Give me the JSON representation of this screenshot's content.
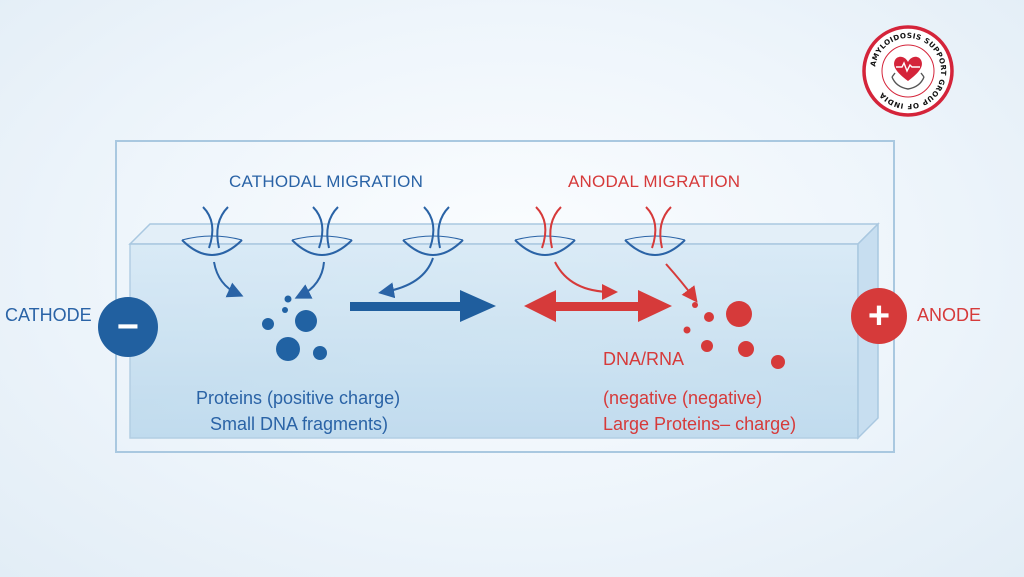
{
  "labels": {
    "cathodal_migration": "CATHODAL MIGRATION",
    "anodal_migration": "ANODAL MIGRATION",
    "cathode": "CATHODE",
    "anode": "ANODE",
    "minus": "−",
    "plus": "+",
    "left_line1": "Proteins (positive charge)",
    "left_line2": "Small DNA fragments)",
    "right_line1": "DNA/RNA",
    "right_line2": "(negative (negative)",
    "right_line3": "Large Proteins– charge)"
  },
  "logo": {
    "text": "AMYLOIDOSIS SUPPORT GROUP OF INDIA"
  },
  "colors": {
    "blue": "#2a63a6",
    "red": "#d63a3a",
    "gel": "#cfe3f1"
  },
  "icons": {
    "cathode": "minus-icon",
    "anode": "plus-icon",
    "logo": "heart-hands-icon"
  }
}
